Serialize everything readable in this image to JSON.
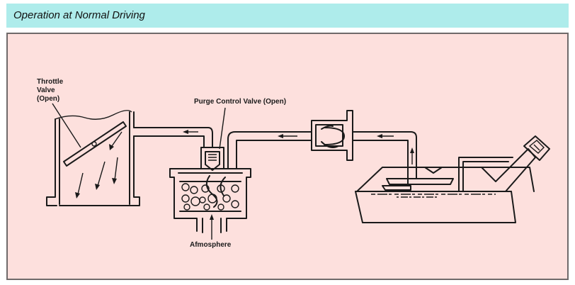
{
  "header": {
    "title": "Operation at Normal Driving",
    "background_color": "#aeeceb"
  },
  "diagram": {
    "background_color": "#fde0dd",
    "labels": {
      "throttle_valve_line1": "Throttle",
      "throttle_valve_line2": "Valve",
      "throttle_valve_line3": "(Open)",
      "purge_control_valve": "Purge Control Valve (Open)",
      "atmosphere": "Afmosphere"
    },
    "components": [
      "throttle-body",
      "purge-control-valve",
      "charcoal-canister",
      "check-valve",
      "fuel-tank"
    ],
    "flow_direction": "fuel-tank → check-valve → canister → purge-control-valve → throttle-body"
  }
}
